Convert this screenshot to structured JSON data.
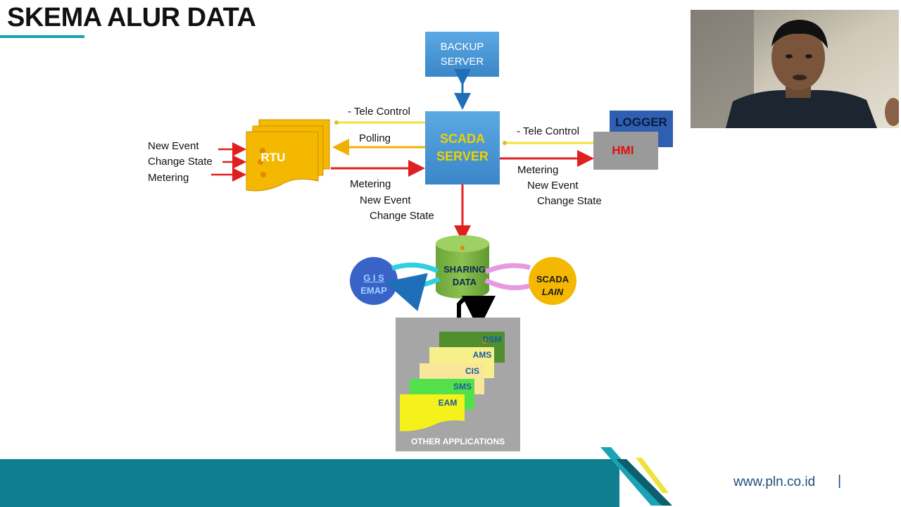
{
  "slide": {
    "title": "SKEMA ALUR DATA"
  },
  "nodes": {
    "backup_server": "BACKUP\nSERVER",
    "scada_server": "SCADA\nSERVER",
    "rtu": "RTU",
    "hmi": "HMI",
    "logger": "LOGGER",
    "sharing_data": "SHARING\nDATA",
    "gis_top": "G I S",
    "gis_bottom": "EMAP",
    "scada_lain_top": "SCADA",
    "scada_lain_bottom": "LAIN",
    "other_apps_title": "OTHER APPLICATIONS",
    "apps": [
      "DSM",
      "AMS",
      "CIS",
      "SMS",
      "EAM"
    ]
  },
  "labels": {
    "rtu_inputs": [
      "New Event",
      "Change State",
      "Metering"
    ],
    "tele_control_left": "- Tele Control",
    "polling": "Polling",
    "metering_left": "Metering",
    "new_event_left": "New Event",
    "change_state_left": "Change State",
    "tele_control_right": "- Tele Control",
    "metering_right": "Metering",
    "new_event_right": "New Event",
    "change_state_right": "Change State"
  },
  "colors": {
    "accent": "#1aa3b5",
    "server_blue": "#4a9ad8",
    "rtu_orange": "#f5b800",
    "arrow_red": "#e02020",
    "arrow_yellow": "#f0e23a",
    "hmi_red": "#e01010",
    "footer_teal": "#0f7e8f"
  },
  "footer": {
    "url": "www.pln.co.id",
    "separator": "|"
  }
}
